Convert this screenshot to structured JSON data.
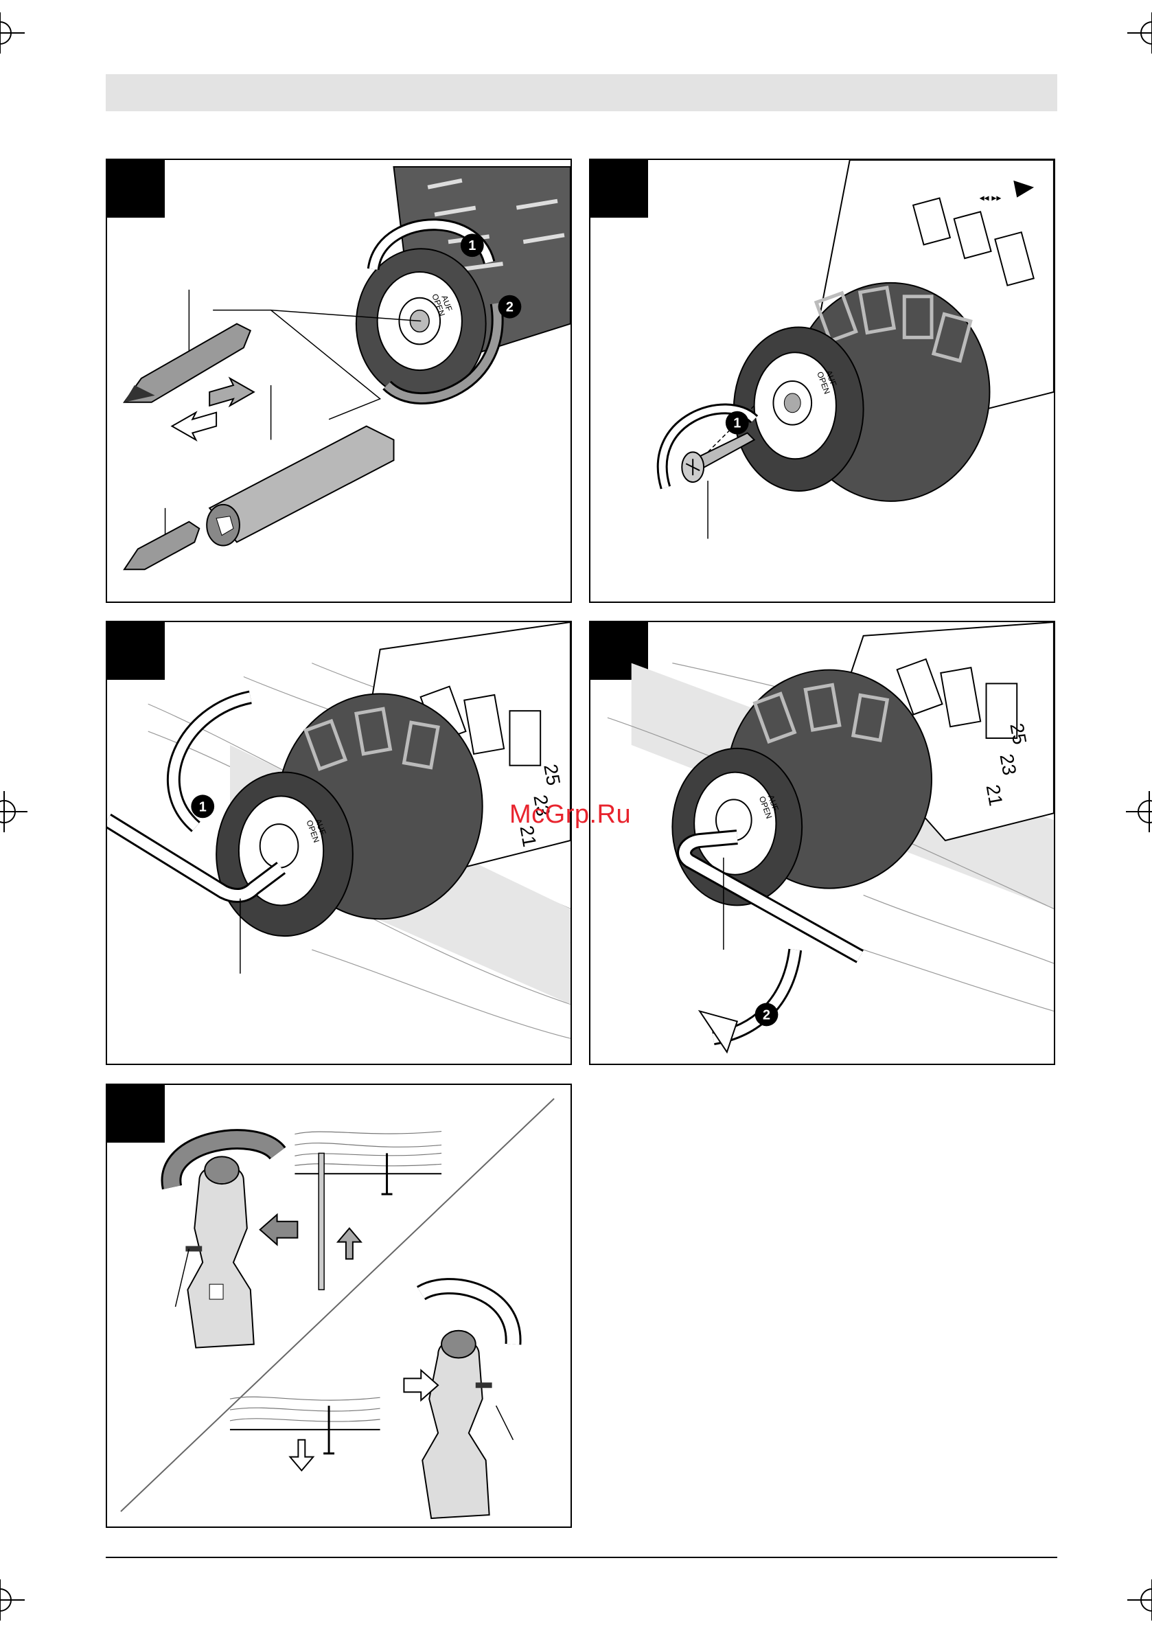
{
  "page": {
    "watermark": "McGrp.Ru"
  },
  "chuck": {
    "marking_top": "AUF",
    "marking_bottom": "OPEN",
    "scale_numbers": [
      "25",
      "23",
      "21"
    ]
  },
  "steps": [
    "1",
    "2"
  ]
}
